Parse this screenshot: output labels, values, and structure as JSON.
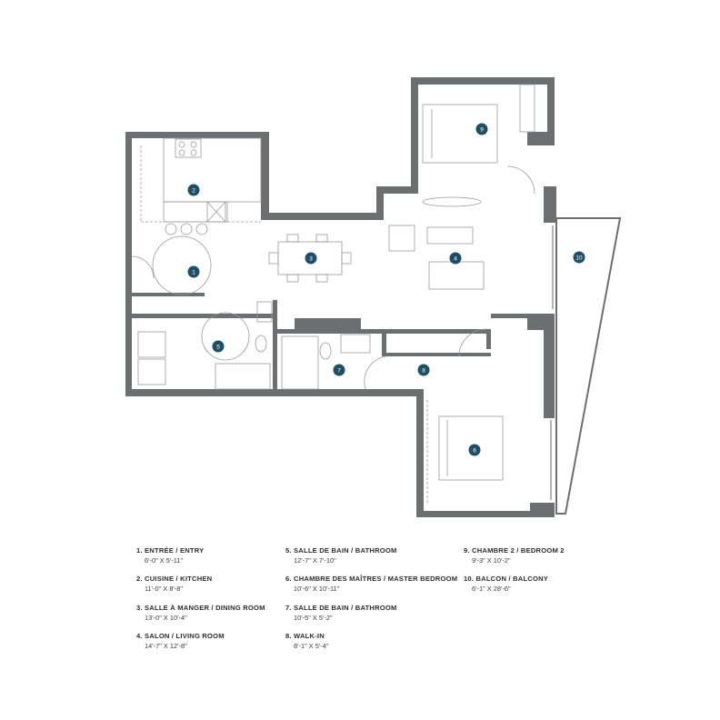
{
  "colors": {
    "wall_fill": "#6d6e70",
    "badge": "#1e4f66",
    "fixture_line": "#9a9a9a",
    "text": "#2d2d2d"
  },
  "rooms": [
    {
      "number": "1",
      "name": "ENTRÉE / ENTRY",
      "dims": "6'-0\" X 5'-11\""
    },
    {
      "number": "2",
      "name": "CUISINE / KITCHEN",
      "dims": "11'-0\" X 8'-8\""
    },
    {
      "number": "3",
      "name": "SALLE À MANGER / DINING ROOM",
      "dims": "13'-0\" X 10'-4\""
    },
    {
      "number": "4",
      "name": "SALON / LIVING ROOM",
      "dims": "14'-7\" X 12'-8\""
    },
    {
      "number": "5",
      "name": "SALLE DE BAIN / BATHROOM",
      "dims": "12'-7\" X 7'-10\""
    },
    {
      "number": "6",
      "name": "CHAMBRE DES MAÎTRES / MASTER BEDROOM",
      "dims": "10'-6\" X 10'-11\""
    },
    {
      "number": "7",
      "name": "SALLE DE BAIN / BATHROOM",
      "dims": "10'-5\" X 5'-2\""
    },
    {
      "number": "8",
      "name": "WALK-IN",
      "dims": "8'-1\" X 5'-4\""
    },
    {
      "number": "9",
      "name": "CHAMBRE 2 / BEDROOM 2",
      "dims": "9'-3\" X 10'-2\""
    },
    {
      "number": "10",
      "name": "BALCON / BALCONY",
      "dims": "6'-1\" X 28'-6\""
    }
  ],
  "legend_titles": [
    "1. ENTRÉE / ENTRY",
    "2. CUISINE / KITCHEN",
    "3. SALLE À MANGER / DINING ROOM",
    "4. SALON / LIVING ROOM",
    "5. SALLE DE BAIN / BATHROOM",
    "6. CHAMBRE DES MAÎTRES / MASTER BEDROOM",
    "7. SALLE DE BAIN / BATHROOM",
    "8. WALK-IN",
    "9. CHAMBRE 2 / BEDROOM 2",
    "10. BALCON / BALCONY"
  ]
}
